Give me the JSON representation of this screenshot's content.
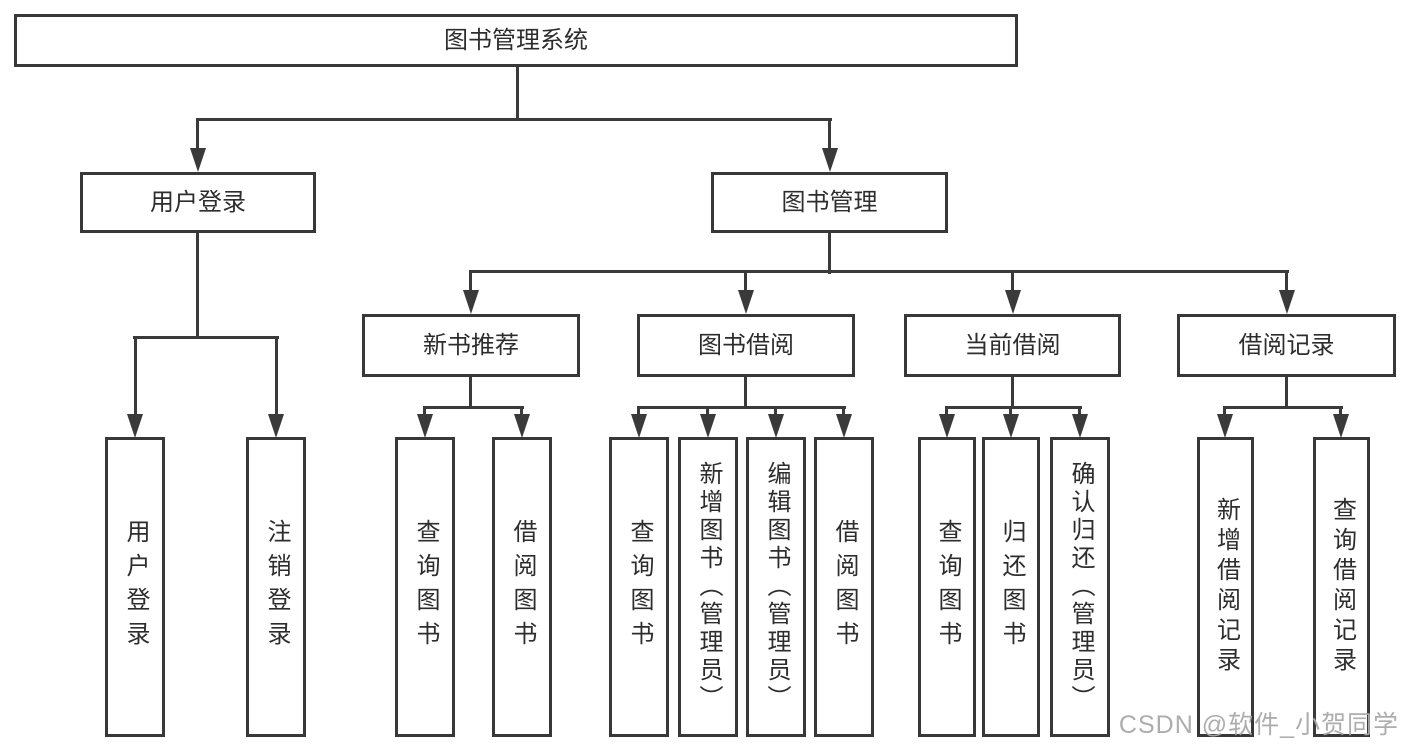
{
  "tree": {
    "root": {
      "label": "图书管理系统"
    },
    "branches": [
      {
        "label": "用户登录",
        "children": [
          {
            "label": "用户登录"
          },
          {
            "label": "注销登录"
          }
        ]
      },
      {
        "label": "图书管理",
        "children": [
          {
            "label": "新书推荐",
            "children": [
              {
                "label": "查询图书"
              },
              {
                "label": "借阅图书"
              }
            ]
          },
          {
            "label": "图书借阅",
            "children": [
              {
                "label": "查询图书"
              },
              {
                "label": "新增图书（管理员）"
              },
              {
                "label": "编辑图书（管理员）"
              },
              {
                "label": "借阅图书"
              }
            ]
          },
          {
            "label": "当前借阅",
            "children": [
              {
                "label": "查询图书"
              },
              {
                "label": "归还图书"
              },
              {
                "label": "确认归还（管理员）"
              }
            ]
          },
          {
            "label": "借阅记录",
            "children": [
              {
                "label": "新增借阅记录"
              },
              {
                "label": "查询借阅记录"
              }
            ]
          }
        ]
      }
    ]
  },
  "watermark": {
    "text": "CSDN @软件_小贺同学"
  },
  "colors": {
    "line": "#3a3a3a",
    "text": "#2d2d2d",
    "watermark": "#a9a9a9",
    "background": "#ffffff"
  }
}
